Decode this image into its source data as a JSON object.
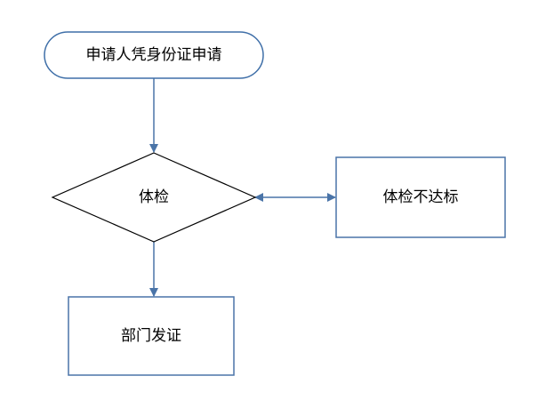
{
  "nodes": {
    "start": {
      "label": "申请人凭身份证申请",
      "shape": "rounded-rectangle"
    },
    "check": {
      "label": "体检",
      "shape": "diamond"
    },
    "fail": {
      "label": "体检不达标",
      "shape": "rectangle"
    },
    "issue": {
      "label": "部门发证",
      "shape": "rectangle"
    }
  },
  "edges": [
    {
      "from": "start",
      "to": "check",
      "direction": "forward"
    },
    {
      "from": "check",
      "to": "fail",
      "direction": "both"
    },
    {
      "from": "check",
      "to": "issue",
      "direction": "forward"
    }
  ],
  "colors": {
    "start_border": "#3f6fa8",
    "connector": "#4a74a8",
    "box_border": "#4a74a8",
    "diamond_border": "#000000",
    "text": "#000000"
  }
}
